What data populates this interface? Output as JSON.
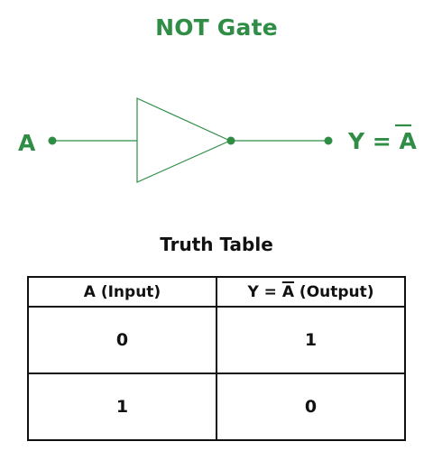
{
  "title": "NOT Gate",
  "gate": {
    "input_label": "A",
    "output_label_prefix": "Y = ",
    "output_label_var": "A",
    "color": "#2f8d46"
  },
  "truth_table": {
    "title": "Truth Table",
    "headers": {
      "input": "A (Input)",
      "output_prefix": "Y = ",
      "output_var": "A",
      "output_suffix": " (Output)"
    },
    "rows": [
      {
        "a": "0",
        "y": "1"
      },
      {
        "a": "1",
        "y": "0"
      }
    ]
  }
}
